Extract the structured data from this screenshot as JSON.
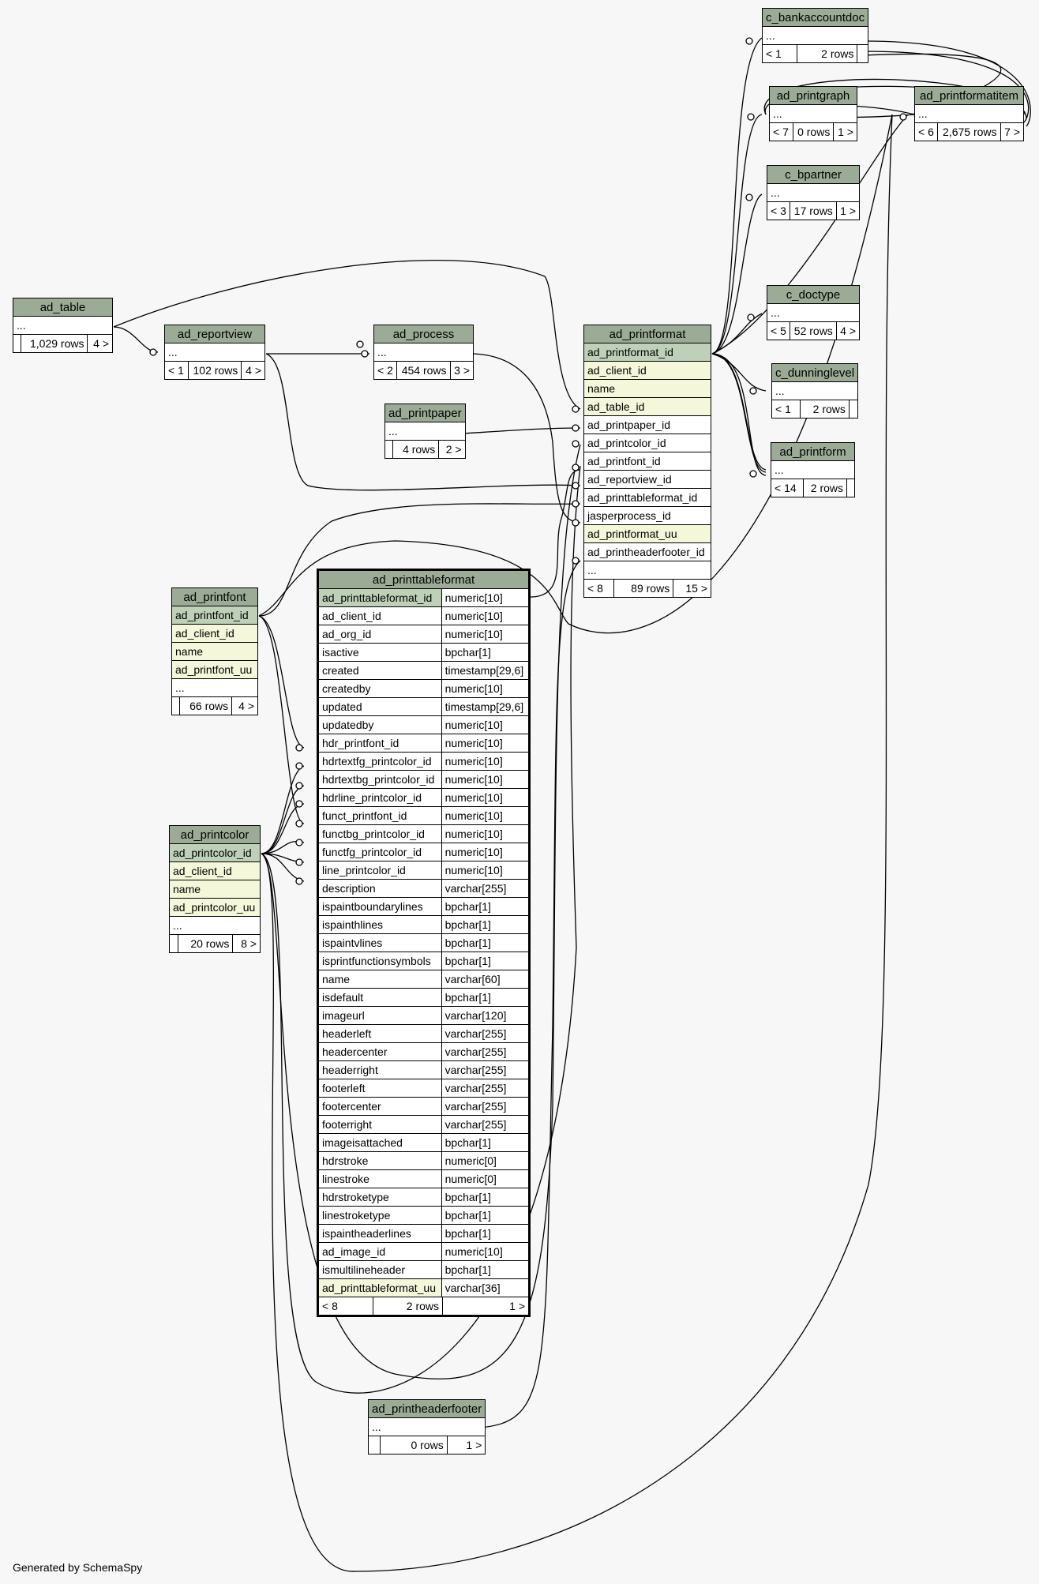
{
  "footer": "Generated by SchemaSpy",
  "colors": {
    "background": "#f7f7f7",
    "header": "#9bab96",
    "primary_key": "#bed1b8",
    "indexed": "#f4f7da"
  },
  "tables": {
    "c_bankaccountdoc": {
      "name": "c_bankaccountdoc",
      "ellipsis": "...",
      "left": "< 1",
      "rows": "2 rows",
      "right": ""
    },
    "ad_printgraph": {
      "name": "ad_printgraph",
      "ellipsis": "...",
      "left": "< 7",
      "rows": "0 rows",
      "right": "1 >"
    },
    "ad_printformatitem": {
      "name": "ad_printformatitem",
      "ellipsis": "...",
      "left": "< 6",
      "rows": "2,675 rows",
      "right": "7 >"
    },
    "c_bpartner": {
      "name": "c_bpartner",
      "ellipsis": "...",
      "left": "< 3",
      "rows": "17 rows",
      "right": "1 >"
    },
    "c_doctype": {
      "name": "c_doctype",
      "ellipsis": "...",
      "left": "< 5",
      "rows": "52 rows",
      "right": "4 >"
    },
    "c_dunninglevel": {
      "name": "c_dunninglevel",
      "ellipsis": "...",
      "left": "< 1",
      "rows": "2 rows",
      "right": ""
    },
    "ad_printform": {
      "name": "ad_printform",
      "ellipsis": "...",
      "left": "< 14",
      "rows": "2 rows",
      "right": ""
    },
    "ad_table": {
      "name": "ad_table",
      "ellipsis": "...",
      "left": "",
      "rows": "1,029 rows",
      "right": "4 >"
    },
    "ad_reportview": {
      "name": "ad_reportview",
      "ellipsis": "...",
      "left": "< 1",
      "rows": "102 rows",
      "right": "4 >"
    },
    "ad_process": {
      "name": "ad_process",
      "ellipsis": "...",
      "left": "< 2",
      "rows": "454 rows",
      "right": "3 >"
    },
    "ad_printpaper": {
      "name": "ad_printpaper",
      "ellipsis": "...",
      "left": "",
      "rows": "4 rows",
      "right": "2 >"
    },
    "ad_printheaderfooter": {
      "name": "ad_printheaderfooter",
      "ellipsis": "...",
      "left": "",
      "rows": "0 rows",
      "right": "1 >"
    },
    "ad_printformat": {
      "name": "ad_printformat",
      "columns": [
        "ad_printformat_id",
        "ad_client_id",
        "name",
        "ad_table_id",
        "ad_printpaper_id",
        "ad_printcolor_id",
        "ad_printfont_id",
        "ad_reportview_id",
        "ad_printtableformat_id",
        "jasperprocess_id",
        "ad_printformat_uu",
        "ad_printheaderfooter_id"
      ],
      "ellipsis": "...",
      "left": "< 8",
      "rows": "89 rows",
      "right": "15 >"
    },
    "ad_printfont": {
      "name": "ad_printfont",
      "columns": [
        "ad_printfont_id",
        "ad_client_id",
        "name",
        "ad_printfont_uu"
      ],
      "ellipsis": "...",
      "left": "",
      "rows": "66 rows",
      "right": "4 >"
    },
    "ad_printcolor": {
      "name": "ad_printcolor",
      "columns": [
        "ad_printcolor_id",
        "ad_client_id",
        "name",
        "ad_printcolor_uu"
      ],
      "ellipsis": "...",
      "left": "",
      "rows": "20 rows",
      "right": "8 >"
    },
    "ad_printtableformat": {
      "name": "ad_printtableformat",
      "columns": [
        {
          "name": "ad_printtableformat_id",
          "type": "numeric[10]"
        },
        {
          "name": "ad_client_id",
          "type": "numeric[10]"
        },
        {
          "name": "ad_org_id",
          "type": "numeric[10]"
        },
        {
          "name": "isactive",
          "type": "bpchar[1]"
        },
        {
          "name": "created",
          "type": "timestamp[29,6]"
        },
        {
          "name": "createdby",
          "type": "numeric[10]"
        },
        {
          "name": "updated",
          "type": "timestamp[29,6]"
        },
        {
          "name": "updatedby",
          "type": "numeric[10]"
        },
        {
          "name": "hdr_printfont_id",
          "type": "numeric[10]"
        },
        {
          "name": "hdrtextfg_printcolor_id",
          "type": "numeric[10]"
        },
        {
          "name": "hdrtextbg_printcolor_id",
          "type": "numeric[10]"
        },
        {
          "name": "hdrline_printcolor_id",
          "type": "numeric[10]"
        },
        {
          "name": "funct_printfont_id",
          "type": "numeric[10]"
        },
        {
          "name": "functbg_printcolor_id",
          "type": "numeric[10]"
        },
        {
          "name": "functfg_printcolor_id",
          "type": "numeric[10]"
        },
        {
          "name": "line_printcolor_id",
          "type": "numeric[10]"
        },
        {
          "name": "description",
          "type": "varchar[255]"
        },
        {
          "name": "ispaintboundarylines",
          "type": "bpchar[1]"
        },
        {
          "name": "ispainthlines",
          "type": "bpchar[1]"
        },
        {
          "name": "ispaintvlines",
          "type": "bpchar[1]"
        },
        {
          "name": "isprintfunctionsymbols",
          "type": "bpchar[1]"
        },
        {
          "name": "name",
          "type": "varchar[60]"
        },
        {
          "name": "isdefault",
          "type": "bpchar[1]"
        },
        {
          "name": "imageurl",
          "type": "varchar[120]"
        },
        {
          "name": "headerleft",
          "type": "varchar[255]"
        },
        {
          "name": "headercenter",
          "type": "varchar[255]"
        },
        {
          "name": "headerright",
          "type": "varchar[255]"
        },
        {
          "name": "footerleft",
          "type": "varchar[255]"
        },
        {
          "name": "footercenter",
          "type": "varchar[255]"
        },
        {
          "name": "footerright",
          "type": "varchar[255]"
        },
        {
          "name": "imageisattached",
          "type": "bpchar[1]"
        },
        {
          "name": "hdrstroke",
          "type": "numeric[0]"
        },
        {
          "name": "linestroke",
          "type": "numeric[0]"
        },
        {
          "name": "hdrstroketype",
          "type": "bpchar[1]"
        },
        {
          "name": "linestroketype",
          "type": "bpchar[1]"
        },
        {
          "name": "ispaintheaderlines",
          "type": "bpchar[1]"
        },
        {
          "name": "ad_image_id",
          "type": "numeric[10]"
        },
        {
          "name": "ismultilineheader",
          "type": "bpchar[1]"
        },
        {
          "name": "ad_printtableformat_uu",
          "type": "varchar[36]"
        }
      ],
      "left": "< 8",
      "rows": "2 rows",
      "right": "1 >"
    }
  }
}
